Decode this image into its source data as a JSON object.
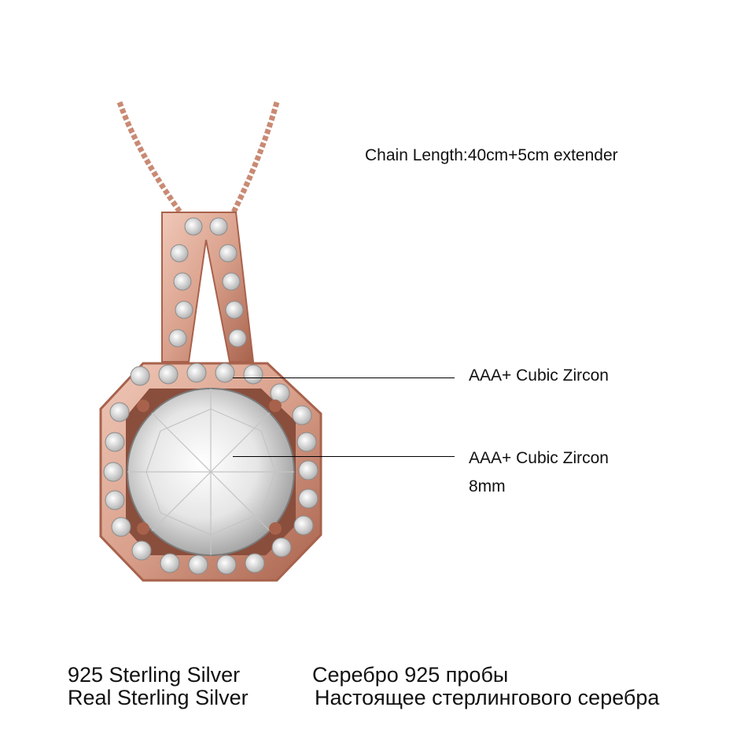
{
  "annotations": {
    "chain_length": "Chain Length:40cm+5cm extender",
    "stone_halo": "AAA+ Cubic Zircon",
    "stone_center": "AAA+ Cubic Zircon",
    "stone_center_size": "8mm"
  },
  "footer": {
    "line1_en": "925 Sterling Silver",
    "line1_ru": "Серебро 925 пробы",
    "line2_en": "Real Sterling Silver",
    "line2_ru": "Настоящее стерлингового серебра"
  },
  "colors": {
    "rose_gold": "#d9a08b",
    "rose_gold_dark": "#a8624c",
    "background": "#ffffff"
  }
}
